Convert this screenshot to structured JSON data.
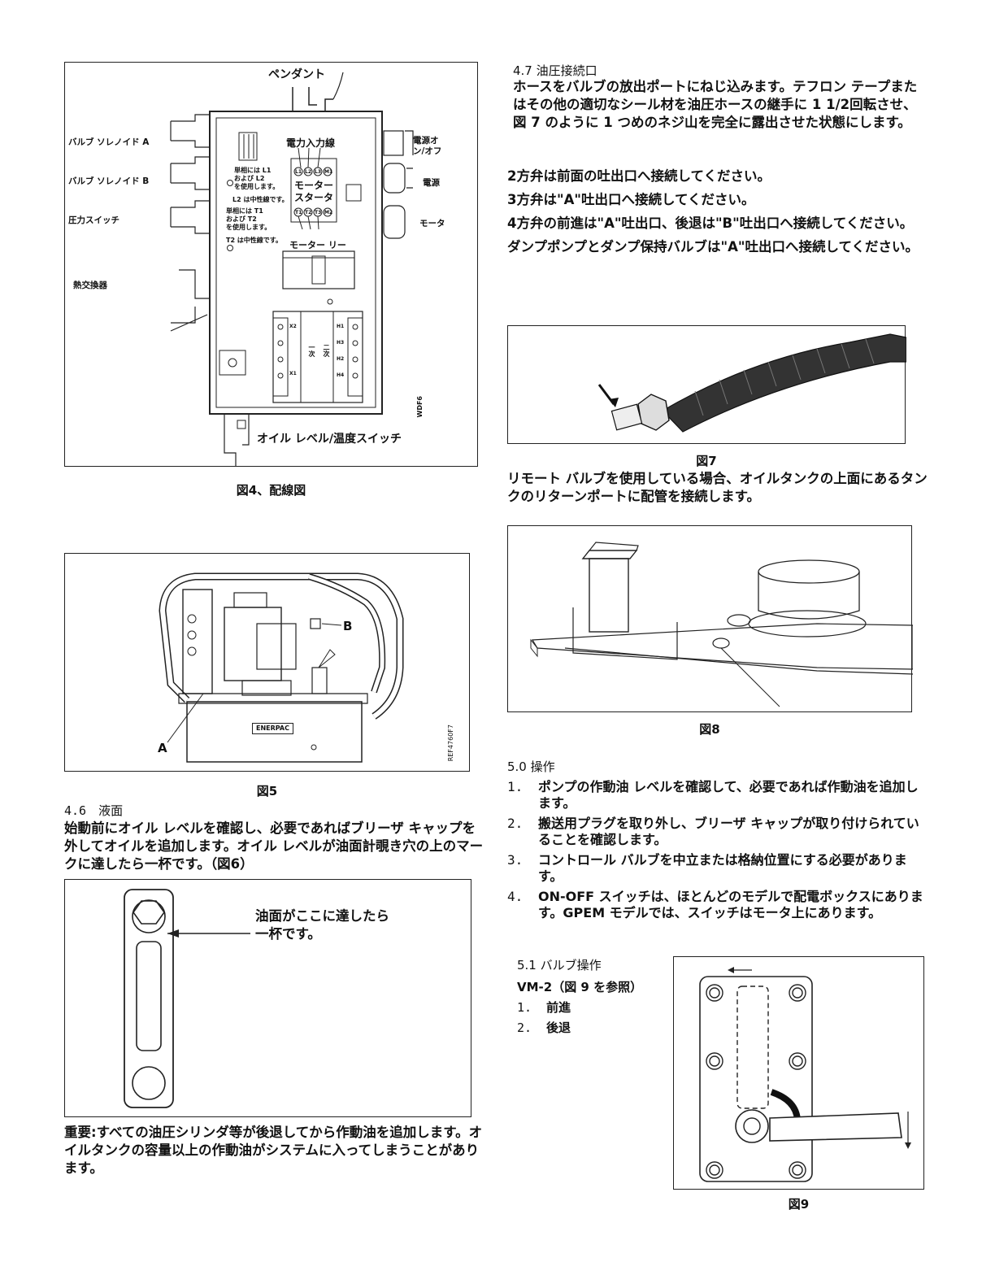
{
  "fig4": {
    "caption": "図4、配線図",
    "labels": {
      "pendant": "ペンダント",
      "valve_solenoid_a": "バルブ ソレノイド A",
      "valve_solenoid_b": "バルブ ソレノイド B",
      "pressure_switch": "圧力スイッチ",
      "heat_exchanger": "熱交換器",
      "power_input": "電力入力線",
      "power_onoff": "電源オ\nン/オフ",
      "power": "電源",
      "motor": "モータ",
      "motor_starter": "モーター\nスタータ",
      "motor_relay": "モーター リー",
      "single_phase_l": "単相には L1\nおよび L2\nを使用します。",
      "l2_neutral": "L2 は中性線です。",
      "single_phase_t": "単相には T1\nおよび T2\nを使用します。",
      "t2_neutral": "T2 は中性線です。",
      "primary": "一次",
      "secondary": "二次",
      "oil_level_switch": "オイル レベル/温度スイッチ",
      "drawing_id": "WDF6",
      "terminals_top": [
        "L1",
        "L2",
        "L3",
        "M1"
      ],
      "terminals_bottom": [
        "T1",
        "T2",
        "T3",
        "M2"
      ],
      "x_terms": [
        "X2",
        "X1"
      ],
      "h_terms": [
        "H1",
        "H3",
        "H2",
        "H4"
      ]
    }
  },
  "fig5": {
    "caption": "図5",
    "label_a": "A",
    "label_b": "B",
    "brand": "ENERPAC",
    "drawing_id": "REF4760F7"
  },
  "sec46": {
    "heading": "4.6　液面",
    "body": "始動前にオイル レベルを確認し、必要であればブリーザ キャップを外してオイルを追加します。オイル レベルが油面計覗き穴の上のマークに達したら一杯です。（図6）"
  },
  "fig6": {
    "note": "油面がここに達したら一杯です。"
  },
  "important": "重要:すべての油圧シリンダ等が後退してから作動油を追加します。オイルタンクの容量以上の作動油がシステムに入ってしまうことがあります。",
  "sec47": {
    "heading": "4.7 油圧接続口",
    "body": "ホースをバルブの放出ポートにねじ込みます。テフロン テープまたはその他の適切なシール材を油圧ホースの継手に 1 1/2回転させ、図 7 のように 1 つめのネジ山を完全に露出させた状態にします。"
  },
  "valve_notes": [
    "2方弁は前面の吐出口へ接続してください。",
    "3方弁は\"A\"吐出口へ接続してください。",
    "4方弁の前進は\"A\"吐出口、後退は\"B\"吐出口へ接続してください。",
    "ダンプポンプとダンプ保持バルブは\"A\"吐出口へ接続してください。"
  ],
  "fig7": {
    "caption": "図7"
  },
  "remote_note": "リモート バルブを使用している場合、オイルタンクの上面にあるタンクのリターンポートに配管を接続します。",
  "fig8": {
    "caption": "図8"
  },
  "sec50": {
    "heading": "5.0 操作",
    "steps": [
      {
        "num": "1.",
        "text": "ポンプの作動油 レベルを確認して、必要であれば作動油を追加します。"
      },
      {
        "num": "2.",
        "text": "搬送用プラグを取り外し、ブリーザ キャップが取り付けられていることを確認します。"
      },
      {
        "num": "3.",
        "text": "コントロール バルブを中立または格納位置にする必要があります。"
      },
      {
        "num": "4.",
        "text": "ON-OFF スイッチは、ほとんどのモデルで配電ボックスにあります。GPEM モデルでは、スイッチはモータ上にあります。"
      }
    ]
  },
  "sec51": {
    "heading": "5.1 バルブ操作",
    "ref": "VM-2（図 9 を参照）",
    "items": [
      {
        "num": "1.",
        "text": "前進"
      },
      {
        "num": "2.",
        "text": "後退"
      }
    ]
  },
  "fig9": {
    "caption": "図9"
  },
  "colors": {
    "ink": "#111111",
    "line": "#222222"
  }
}
